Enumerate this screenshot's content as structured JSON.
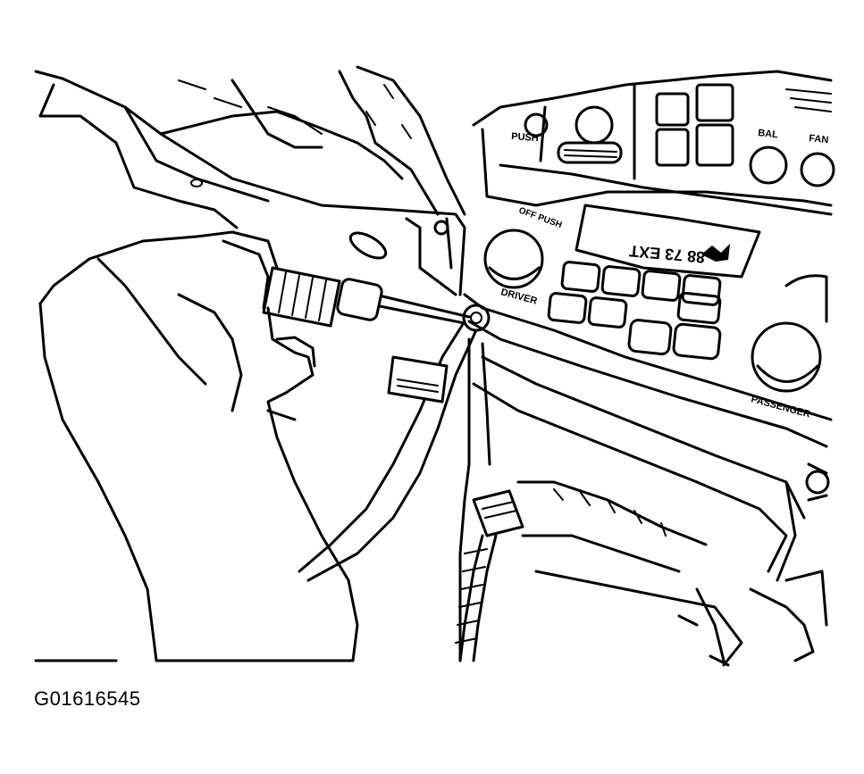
{
  "figure": {
    "code": "G01616545",
    "panel_labels": {
      "push": "PUSH",
      "bal": "BAL",
      "fan": "FAN",
      "off_push": "OFF PUSH",
      "driver": "DRIVER",
      "passenger": "PASSENGER",
      "display": "88 73 EXT"
    }
  }
}
